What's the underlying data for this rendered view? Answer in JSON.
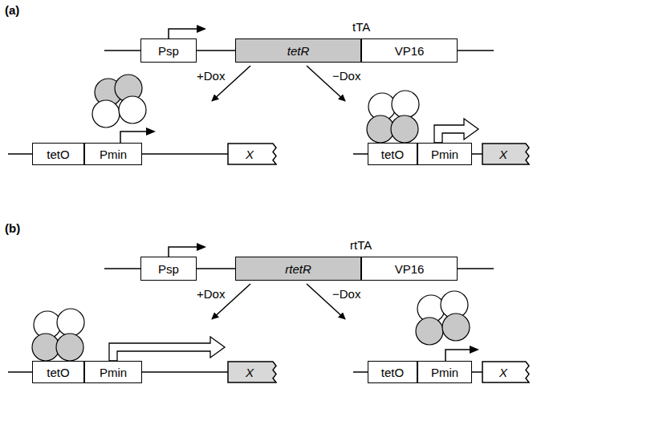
{
  "diagram": {
    "nodes": [
      {
        "text": [
          "Psp"
        ]
      },
      {
        "text": [
          "tetR"
        ]
      },
      {
        "text": [
          "VP16"
        ]
      },
      {
        "text": [
          "tetO"
        ]
      },
      {
        "text": [
          "Pmin"
        ]
      },
      {
        "text": [
          "X"
        ]
      },
      {
        "text": [
          "tetO"
        ]
      },
      {
        "text": [
          "Pmin"
        ]
      },
      {
        "text": [
          "X"
        ]
      },
      {
        "text": [
          "Psp"
        ]
      },
      {
        "text": [
          "rtetR"
        ]
      },
      {
        "text": [
          "VP16"
        ]
      },
      {
        "text": [
          "tetO"
        ]
      },
      {
        "text": [
          "Pmin"
        ]
      },
      {
        "text": [
          "X"
        ]
      },
      {
        "text": [
          "tetO"
        ]
      },
      {
        "text": [
          "Pmin"
        ]
      },
      {
        "text": [
          "X"
        ]
      }
    ],
    "labels": [
      "(a)",
      "tTA",
      "+Dox",
      "−Dox",
      "(b)",
      "rtTA",
      "+Dox",
      "−Dox"
    ]
  }
}
